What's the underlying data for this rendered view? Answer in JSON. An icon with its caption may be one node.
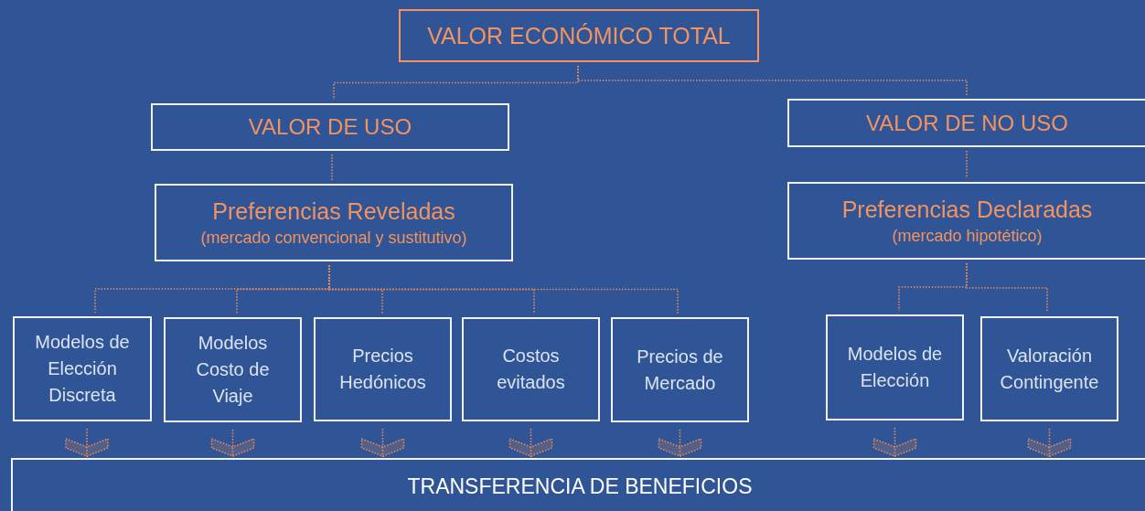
{
  "diagram": {
    "nodes": [
      {
        "text": [
          "VALOR ECONÓMICO TOTAL"
        ]
      },
      {
        "text": [
          "VALOR DE USO"
        ]
      },
      {
        "text": [
          "VALOR DE NO USO"
        ]
      },
      {
        "text": [
          "Preferencias Reveladas",
          "(mercado convencional y sustitutivo)"
        ]
      },
      {
        "text": [
          "Preferencias Declaradas",
          "(mercado hipotético)"
        ]
      },
      {
        "text": [
          "Modelos de Elección Discreta"
        ]
      },
      {
        "text": [
          "Modelos Costo de Viaje"
        ]
      },
      {
        "text": [
          "Precios Hedónicos"
        ]
      },
      {
        "text": [
          "Costos evitados"
        ]
      },
      {
        "text": [
          "Precios de Mercado"
        ]
      },
      {
        "text": [
          "Modelos de Elección"
        ]
      },
      {
        "text": [
          "Valoración Contingente"
        ]
      },
      {
        "text": [
          "TRANSFERENCIA DE BENEFICIOS"
        ]
      }
    ],
    "edges": [
      {
        "from": 0,
        "to": 1,
        "arrow": "none"
      },
      {
        "from": 0,
        "to": 2,
        "arrow": "none"
      },
      {
        "from": 1,
        "to": 3,
        "arrow": "none"
      },
      {
        "from": 2,
        "to": 4,
        "arrow": "none"
      },
      {
        "from": 3,
        "to": 5,
        "arrow": "none"
      },
      {
        "from": 3,
        "to": 6,
        "arrow": "none"
      },
      {
        "from": 3,
        "to": 7,
        "arrow": "none"
      },
      {
        "from": 3,
        "to": 8,
        "arrow": "none"
      },
      {
        "from": 3,
        "to": 9,
        "arrow": "none"
      },
      {
        "from": 4,
        "to": 10,
        "arrow": "none"
      },
      {
        "from": 4,
        "to": 11,
        "arrow": "none"
      },
      {
        "from": 5,
        "to": 12,
        "arrow": "to"
      },
      {
        "from": 6,
        "to": 12,
        "arrow": "to"
      },
      {
        "from": 7,
        "to": 12,
        "arrow": "to"
      },
      {
        "from": 8,
        "to": 12,
        "arrow": "to"
      },
      {
        "from": 9,
        "to": 12,
        "arrow": "to"
      },
      {
        "from": 10,
        "to": 12,
        "arrow": "to"
      },
      {
        "from": 11,
        "to": 12,
        "arrow": "to"
      }
    ]
  }
}
